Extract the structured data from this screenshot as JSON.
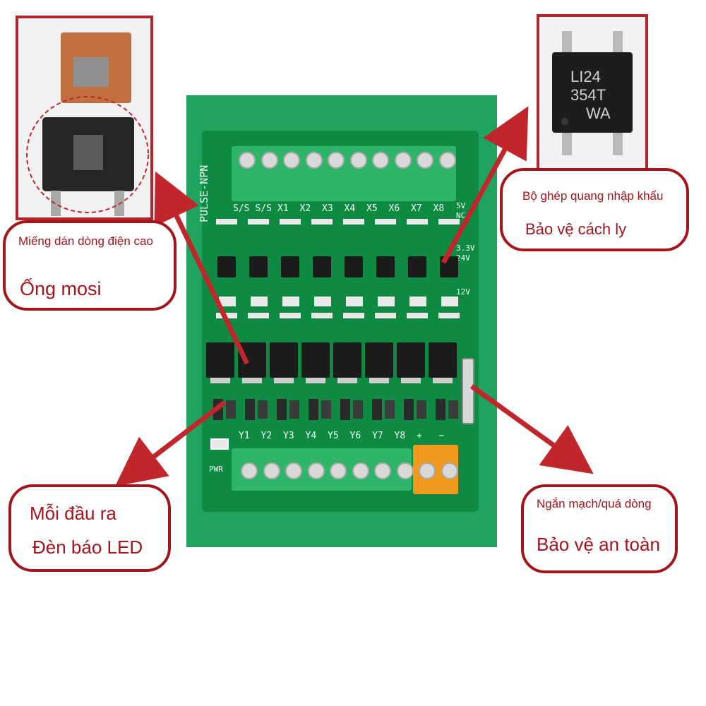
{
  "colors": {
    "callout_red": "#a3141c",
    "board_green": "#0f8a43",
    "rail_green": "#1fa35f",
    "terminal_green": "#2fb56a",
    "terminal_orange": "#f29a1e"
  },
  "callouts": {
    "mosfet": {
      "line1": "Miếng dán dòng điện cao",
      "line2": "Ống mosi"
    },
    "optocoupler": {
      "line1": "Bộ ghép quang nhập khẩu",
      "line2": "Bảo vệ cách ly"
    },
    "led": {
      "line1": "Mỗi đầu ra",
      "line2": "Đèn báo LED"
    },
    "fuse": {
      "line1": "Ngắn mạch/quá dòng",
      "line2": "Bảo vệ an toàn"
    }
  },
  "board": {
    "model": "PULSE-NPN",
    "input_labels": [
      "S/S",
      "S/S",
      "X1",
      "X2",
      "X3",
      "X4",
      "X5",
      "X6",
      "X7",
      "X8"
    ],
    "output_labels": [
      "Y1",
      "Y2",
      "Y3",
      "Y4",
      "Y5",
      "Y6",
      "Y7",
      "Y8",
      "+",
      "−"
    ],
    "voltage_labels": [
      "5V",
      "NC",
      "3.3V",
      "24V",
      "12V"
    ],
    "power_label": "PWR"
  },
  "chip_marking": [
    "LI24",
    "354T",
    "WA"
  ]
}
